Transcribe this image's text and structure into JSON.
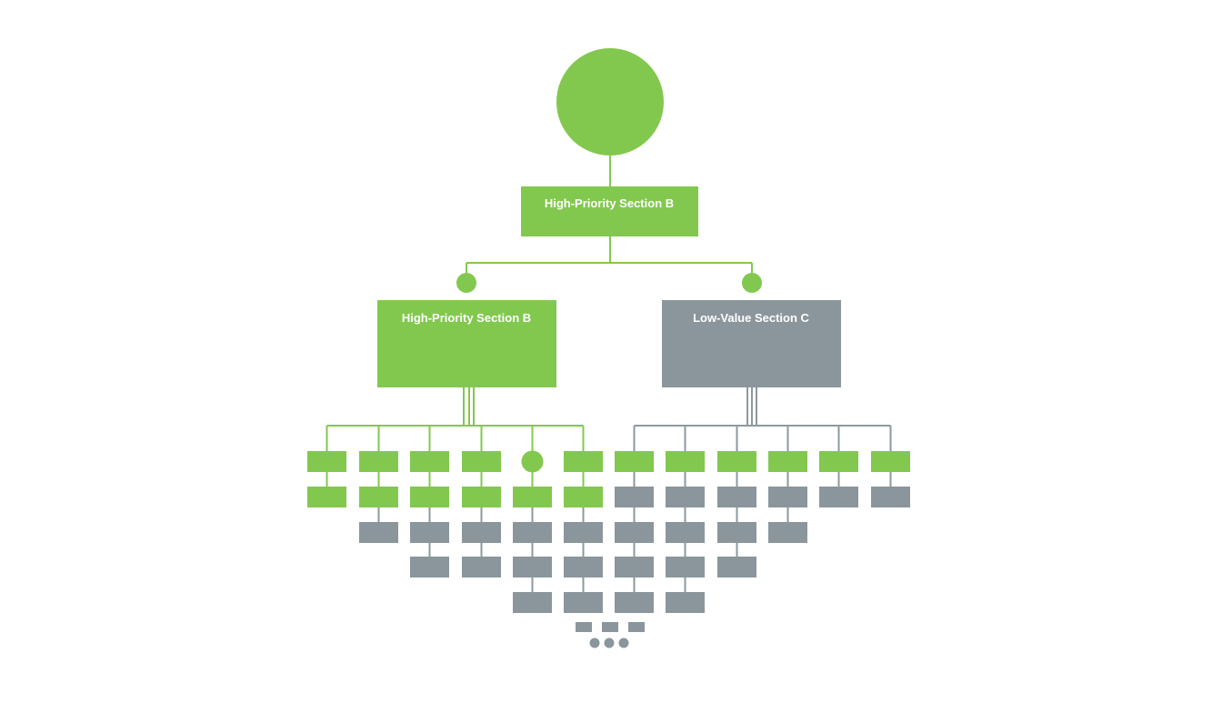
{
  "colors": {
    "background": "#ffffff",
    "green": "#82c84e",
    "gray": "#8a969c",
    "green_line": "#82c84e",
    "gray_line": "#8e999e"
  },
  "nodes": {
    "top": {
      "label": "High-Priority Section B"
    },
    "left": {
      "label": "High-Priority Section B"
    },
    "right": {
      "label": "Low-Value Section C"
    }
  },
  "columns": [
    {
      "side": "left",
      "cells": [
        "green",
        "green"
      ]
    },
    {
      "side": "left",
      "cells": [
        "green",
        "green",
        "gray"
      ]
    },
    {
      "side": "left",
      "cells": [
        "green",
        "green",
        "gray",
        "gray"
      ]
    },
    {
      "side": "left",
      "cells": [
        "green",
        "green",
        "gray",
        "gray"
      ]
    },
    {
      "side": "left",
      "cells": [
        "circle",
        "green",
        "gray",
        "gray",
        "gray"
      ]
    },
    {
      "side": "left",
      "cells": [
        "green",
        "green",
        "gray",
        "gray",
        "gray"
      ]
    },
    {
      "side": "right",
      "cells": [
        "green",
        "gray",
        "gray",
        "gray",
        "gray"
      ]
    },
    {
      "side": "right",
      "cells": [
        "green",
        "gray",
        "gray",
        "gray",
        "gray"
      ]
    },
    {
      "side": "right",
      "cells": [
        "green",
        "gray",
        "gray",
        "gray"
      ]
    },
    {
      "side": "right",
      "cells": [
        "green",
        "gray",
        "gray"
      ]
    },
    {
      "side": "right",
      "cells": [
        "green",
        "gray"
      ]
    },
    {
      "side": "right",
      "cells": [
        "green",
        "gray"
      ]
    }
  ],
  "continuation": {
    "small_boxes": 3,
    "dots": 3
  }
}
